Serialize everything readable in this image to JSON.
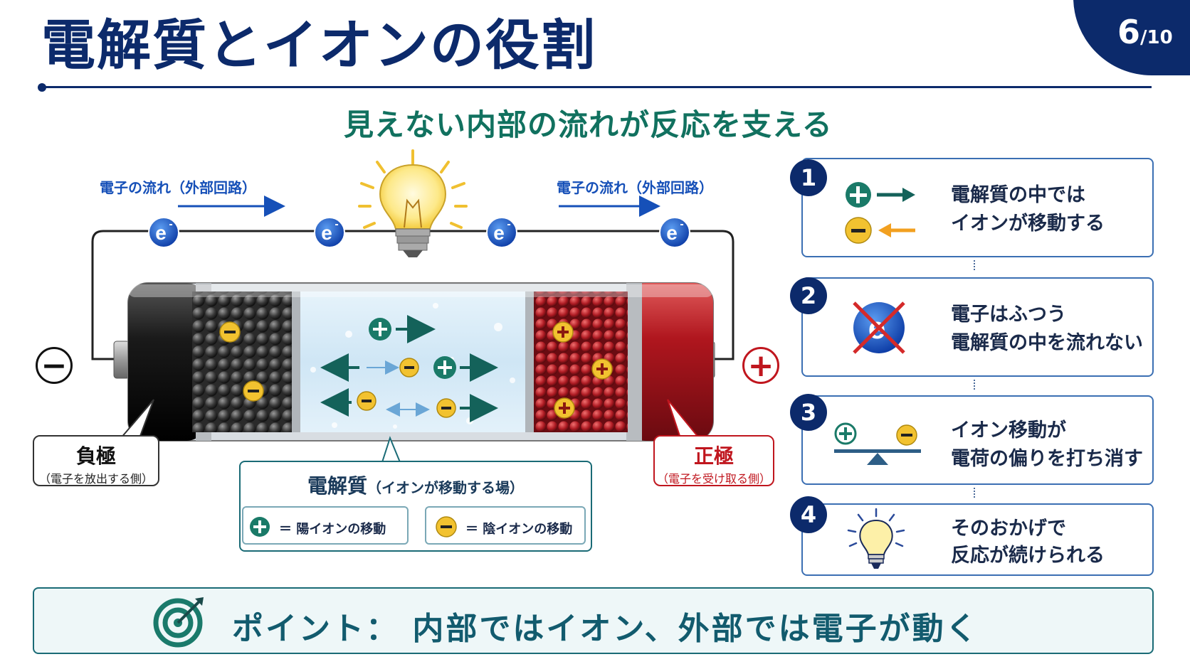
{
  "header": {
    "title": "電解質とイオンの役割",
    "page_current": "6",
    "page_total": "/10"
  },
  "subtitle": "見えない内部の流れが反応を支える",
  "diagram": {
    "flow_label_left": "電子の流れ（外部回路）",
    "flow_label_right": "電子の流れ（外部回路）",
    "electron_symbol": "e",
    "electron_charge": "-",
    "negative_sign": "−",
    "positive_sign": "+",
    "negative_electrode": {
      "title": "負極",
      "subtitle": "（電子を放出する側）"
    },
    "positive_electrode": {
      "title": "正極",
      "subtitle": "（電子を受け取る側）"
    },
    "electrolyte": {
      "title": "電解質",
      "subtitle": "（イオンが移動する場）",
      "legend_cation": "＝ 陽イオンの移動",
      "legend_anion": "＝ 陰イオンの移動"
    },
    "icons": [
      "light-bulb-icon",
      "electron-icon",
      "cation-icon",
      "anion-icon"
    ]
  },
  "steps": [
    {
      "number": "1",
      "line1": "電解質の中では",
      "line2": "イオンが移動する",
      "icon": "ion-movement-icon"
    },
    {
      "number": "2",
      "line1": "電子はふつう",
      "line2": "電解質の中を流れない",
      "icon": "electron-blocked-icon"
    },
    {
      "number": "3",
      "line1": "イオン移動が",
      "line2": "電荷の偏りを打ち消す",
      "icon": "balance-icon"
    },
    {
      "number": "4",
      "line1": "そのおかげで",
      "line2": "反応が続けられる",
      "icon": "light-bulb-icon"
    }
  ],
  "point": {
    "text": "ポイント： 内部ではイオン、外部では電子が動く",
    "icon": "target-icon"
  },
  "colors": {
    "navy": "#0c2a6b",
    "teal": "#11715f",
    "cation_green": "#1a7a68",
    "anion_yellow": "#f2c230",
    "positive_red": "#c0161e",
    "electron_blue": "#1650b8"
  }
}
